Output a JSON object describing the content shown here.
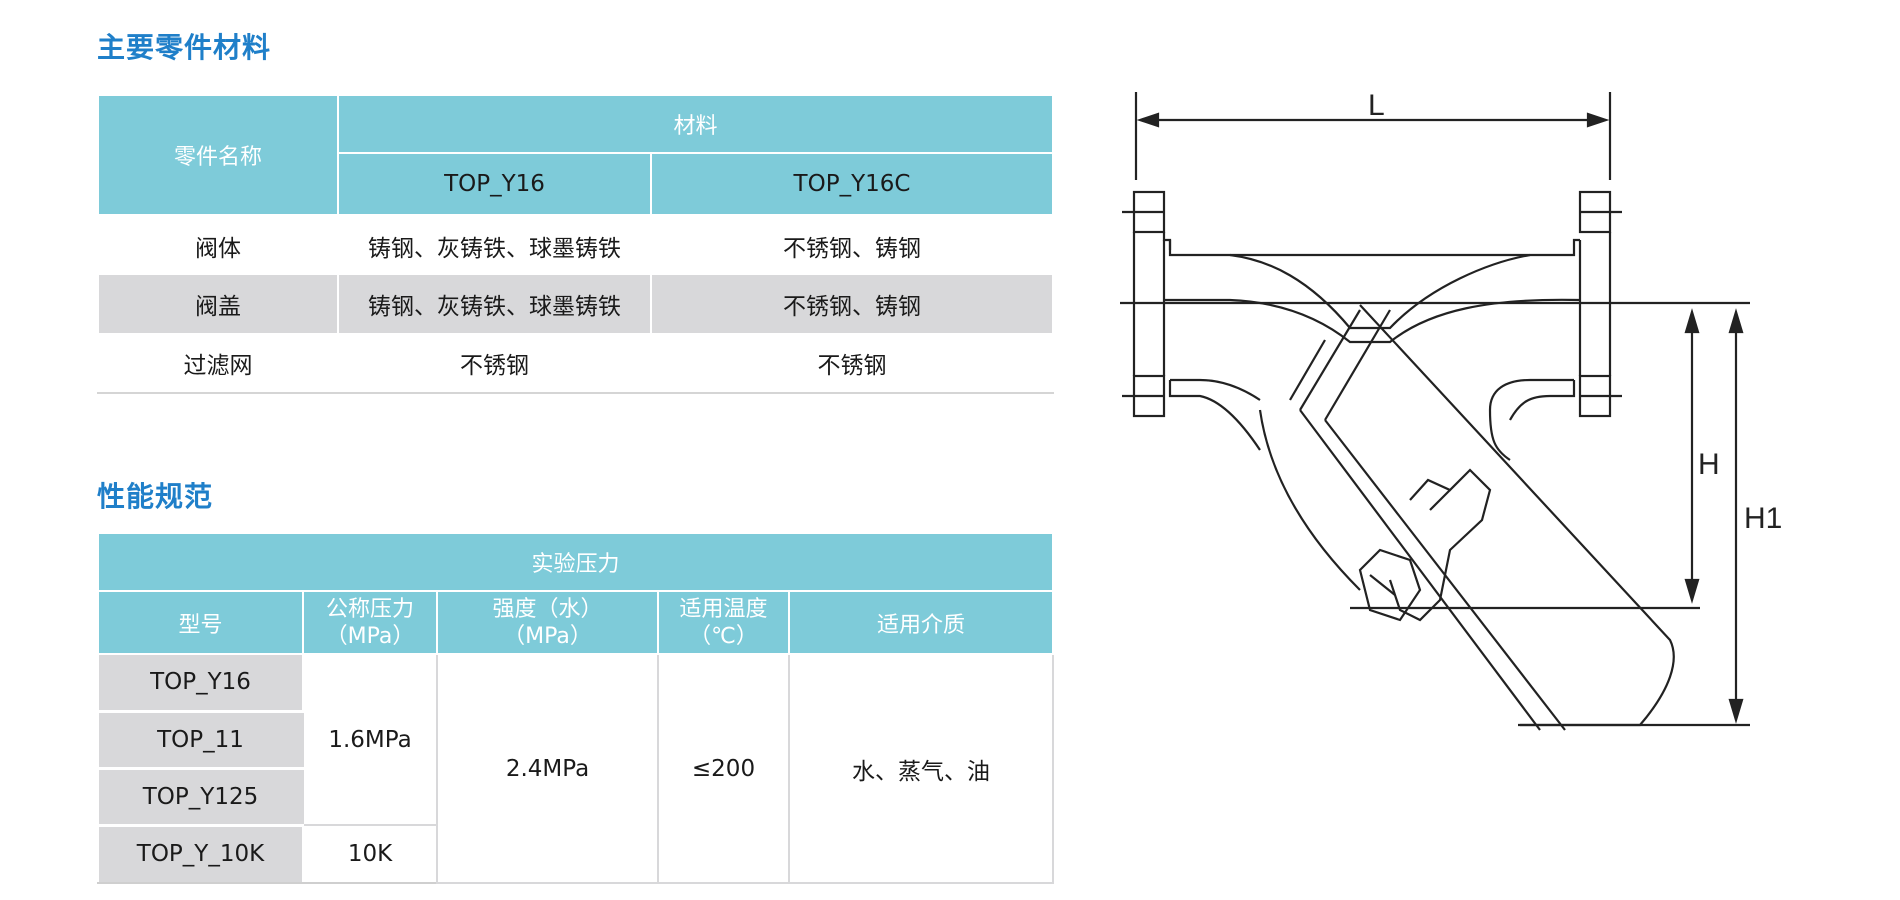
{
  "materials": {
    "title": "主要零件材料",
    "header": {
      "part_name": "零件名称",
      "material": "材料",
      "model_a": "TOP_Y16",
      "model_b": "TOP_Y16C"
    },
    "rows": [
      {
        "part": "阀体",
        "a": "铸钢、灰铸铁、球墨铸铁",
        "b": "不锈钢、铸钢"
      },
      {
        "part": "阀盖",
        "a": "铸钢、灰铸铁、球墨铸铁",
        "b": "不锈钢、铸钢"
      },
      {
        "part": "过滤网",
        "a": "不锈钢",
        "b": "不锈钢"
      }
    ]
  },
  "performance": {
    "title": "性能规范",
    "header": {
      "test_pressure": "实验压力",
      "model": "型号",
      "nominal_pressure": "公称压力\n（MPa）",
      "strength": "强度（水）\n（MPa）",
      "temperature": "适用温度\n（℃）",
      "medium": "适用介质"
    },
    "models": [
      "TOP_Y16",
      "TOP_11",
      "TOP_Y125",
      "TOP_Y_10K"
    ],
    "nominal_main": "1.6MPa",
    "nominal_10k": "10K",
    "strength_value": "2.4MPa",
    "temperature_value": "≤200",
    "medium_value": "水、蒸气、油"
  },
  "drawing": {
    "label_l": "L",
    "label_h": "H",
    "label_h1": "H1"
  }
}
